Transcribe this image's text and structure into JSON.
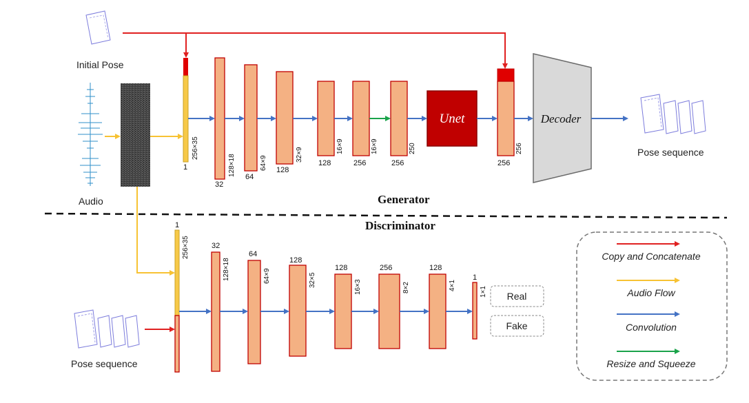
{
  "colors": {
    "copy": "#e02020",
    "audio": "#f7c233",
    "conv": "#4472c4",
    "resize": "#1aa34a",
    "block_fill": "#f4b183",
    "block_stroke": "#c00000",
    "unet": "#c00000"
  },
  "generator": {
    "title": "Generator",
    "initial_pose": "Initial Pose",
    "audio": "Audio",
    "output": "Pose sequence",
    "unet": "Unet",
    "decoder": "Decoder",
    "layers": [
      {
        "ch": "1",
        "dim": "256×35"
      },
      {
        "ch": "32",
        "dim": "128×18"
      },
      {
        "ch": "64",
        "dim": "64×9"
      },
      {
        "ch": "128",
        "dim": "32×9"
      },
      {
        "ch": "128",
        "dim": "16×9"
      },
      {
        "ch": "256",
        "dim": "16×9"
      },
      {
        "ch": "256",
        "dim": "250"
      },
      {
        "ch": "256",
        "dim": "256"
      }
    ]
  },
  "discriminator": {
    "title": "Discriminator",
    "input": "Pose sequence",
    "real": "Real",
    "fake": "Fake",
    "layers": [
      {
        "ch": "1",
        "dim": "256×35"
      },
      {
        "ch": "32",
        "dim": "128×18"
      },
      {
        "ch": "64",
        "dim": "64×9"
      },
      {
        "ch": "128",
        "dim": "32×5"
      },
      {
        "ch": "128",
        "dim": "16×3"
      },
      {
        "ch": "256",
        "dim": "8×2"
      },
      {
        "ch": "128",
        "dim": "4×1"
      },
      {
        "ch": "1",
        "dim": "1×1"
      }
    ]
  },
  "legend": {
    "copy": "Copy and Concatenate",
    "audio": "Audio Flow",
    "conv": "Convolution",
    "resize": "Resize and Squeeze"
  }
}
